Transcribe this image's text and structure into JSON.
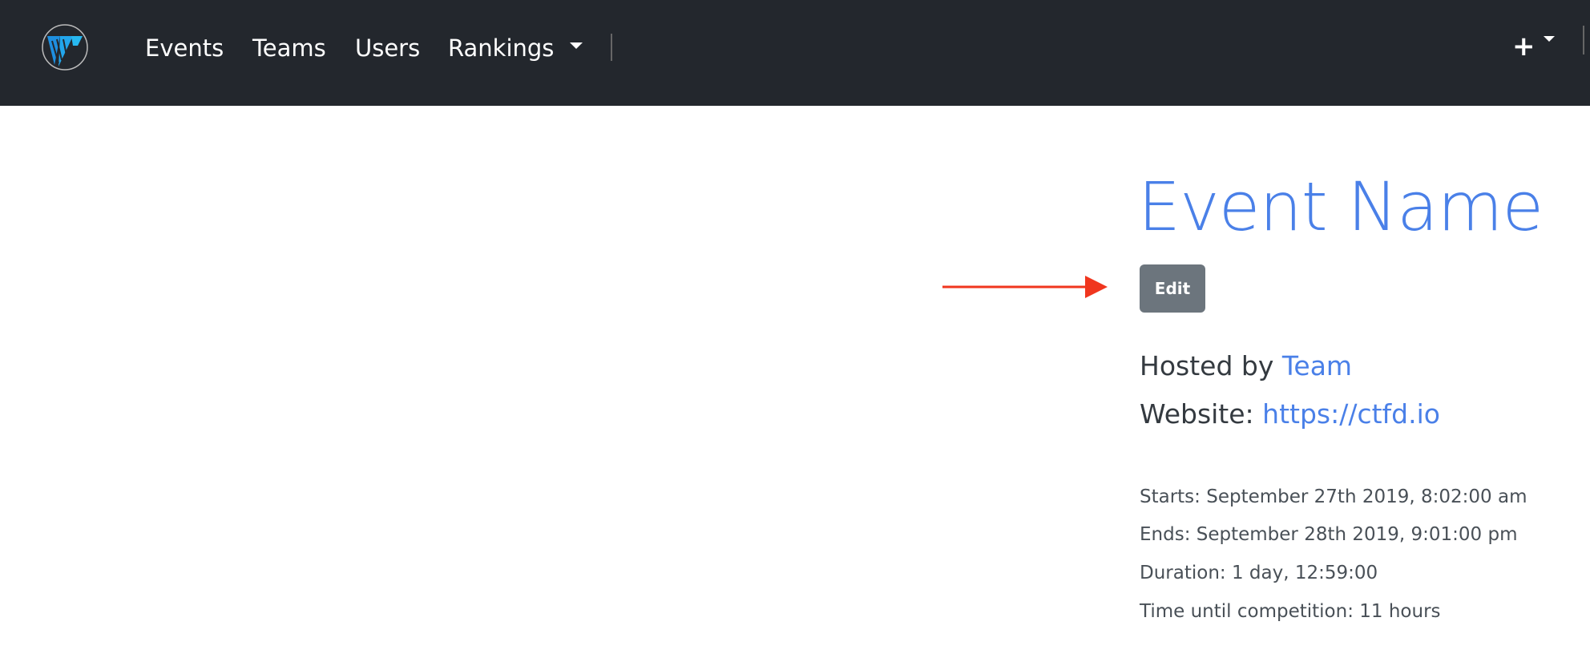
{
  "nav": {
    "items": [
      "Events",
      "Teams",
      "Users",
      "Rankings"
    ],
    "add_label": "+"
  },
  "event": {
    "title": "Event Name",
    "edit_label": "Edit",
    "hosted_by_label": "Hosted by",
    "host": "Team",
    "website_label": "Website:",
    "website": "https://ctfd.io",
    "starts": "Starts: September 27th 2019, 8:02:00 am",
    "ends": "Ends: September 28th 2019, 9:01:00 pm",
    "duration": "Duration: 1 day, 12:59:00",
    "time_until": "Time until competition: 11 hours"
  },
  "colors": {
    "accent": "#4a80e8",
    "navbar": "#23272d",
    "button": "#6c757d",
    "arrow": "#f0361e"
  }
}
